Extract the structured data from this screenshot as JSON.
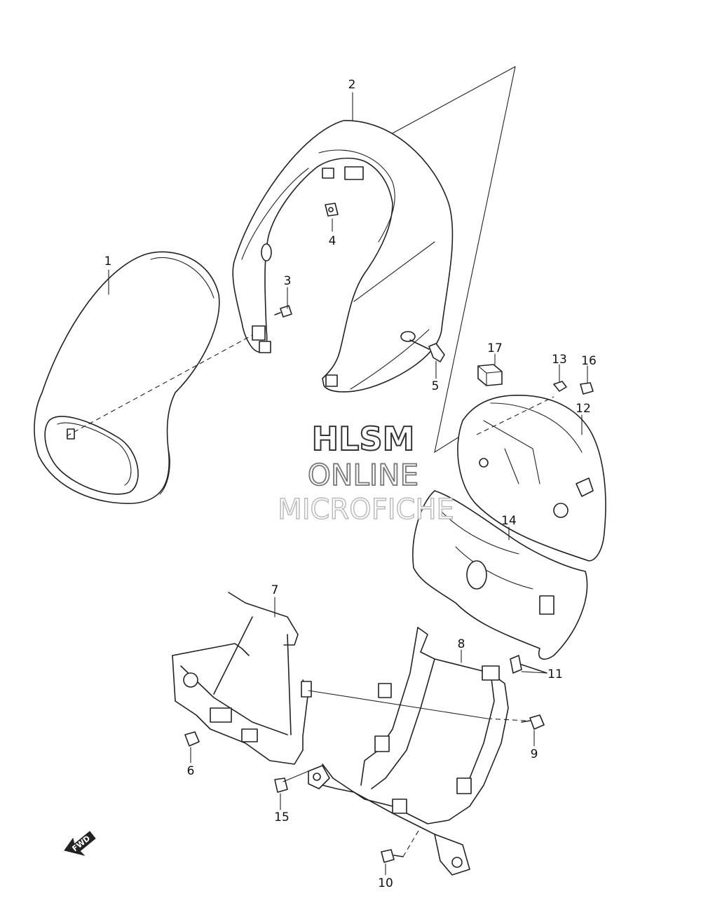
{
  "watermark": {
    "line1": "HLSM",
    "line2": "ONLINE",
    "line3": "MICROFICHE"
  },
  "fwd_label": "FWD",
  "callouts": {
    "p1": "1",
    "p2": "2",
    "p3": "3",
    "p4": "4",
    "p5": "5",
    "p6": "6",
    "p7": "7",
    "p8": "8",
    "p9": "9",
    "p10": "10",
    "p11": "11",
    "p12": "12",
    "p13": "13",
    "p14": "14",
    "p15": "15",
    "p16": "16",
    "p17": "17"
  }
}
